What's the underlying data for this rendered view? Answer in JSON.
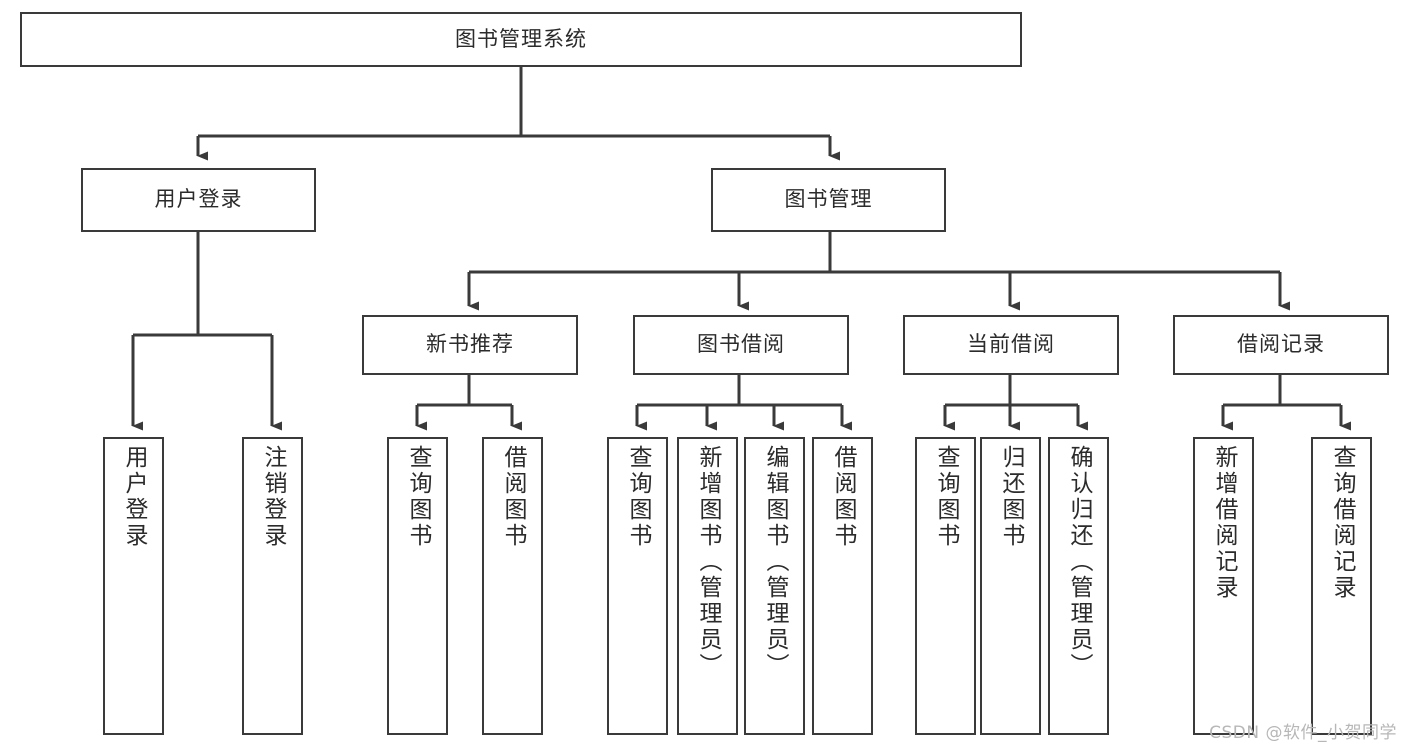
{
  "diagram": {
    "type": "tree-hierarchy-chart",
    "title": "图书管理系统",
    "root": {
      "label": "图书管理系统"
    },
    "level2": [
      {
        "label": "用户登录"
      },
      {
        "label": "图书管理"
      }
    ],
    "level3": [
      {
        "label": "新书推荐"
      },
      {
        "label": "图书借阅"
      },
      {
        "label": "当前借阅"
      },
      {
        "label": "借阅记录"
      }
    ],
    "leaves": {
      "user_login": [
        {
          "label": "用户登录"
        },
        {
          "label": "注销登录"
        }
      ],
      "new_book_recommend": [
        {
          "label": "查询图书"
        },
        {
          "label": "借阅图书"
        }
      ],
      "book_borrow": [
        {
          "label": "查询图书"
        },
        {
          "label": "新增图书（管理员）"
        },
        {
          "label": "编辑图书（管理员）"
        },
        {
          "label": "借阅图书"
        }
      ],
      "current_borrow": [
        {
          "label": "查询图书"
        },
        {
          "label": "归还图书"
        },
        {
          "label": "确认归还（管理员）"
        }
      ],
      "borrow_record": [
        {
          "label": "新增借阅记录"
        },
        {
          "label": "查询借阅记录"
        }
      ]
    }
  },
  "watermark": {
    "text": "CSDN @软件_小贺同学"
  },
  "colors": {
    "box_border": "#3a3a3a",
    "box_fill": "#ffffff",
    "connector": "#3a3a3a",
    "text": "#2b2b2b",
    "watermark": "#b7b7b7",
    "background": "#ffffff"
  }
}
